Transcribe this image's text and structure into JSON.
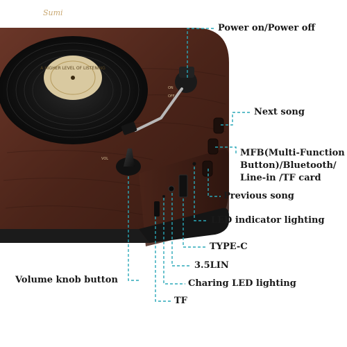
{
  "product": {
    "brand_script": "Sumi",
    "record_label_text": "A HIGHER LEVEL OF LISTENING",
    "switch_marks": [
      "ON",
      "OFF"
    ],
    "volume_mark": "VOL"
  },
  "callouts": {
    "power": "Power on/Power off",
    "next_song": "Next song",
    "mfb": "MFB(Multi-Function Button)/Bluetooth/ Line-in /TF card",
    "previous_song": "Previous song",
    "led_indicator": "LED indicator lighting",
    "type_c": "TYPE-C",
    "aux": "3.5LIN",
    "charging_led": "Charing LED lighting",
    "volume_knob": "Volume knob button",
    "tf": "TF"
  },
  "colors": {
    "leader_line": "#2aa8b8",
    "wood_dark": "#3e1f17",
    "wood_mid": "#5a2e22",
    "base_black": "#1b1b1b",
    "vinyl": "#121212",
    "record_label": "#d9c9a0"
  }
}
